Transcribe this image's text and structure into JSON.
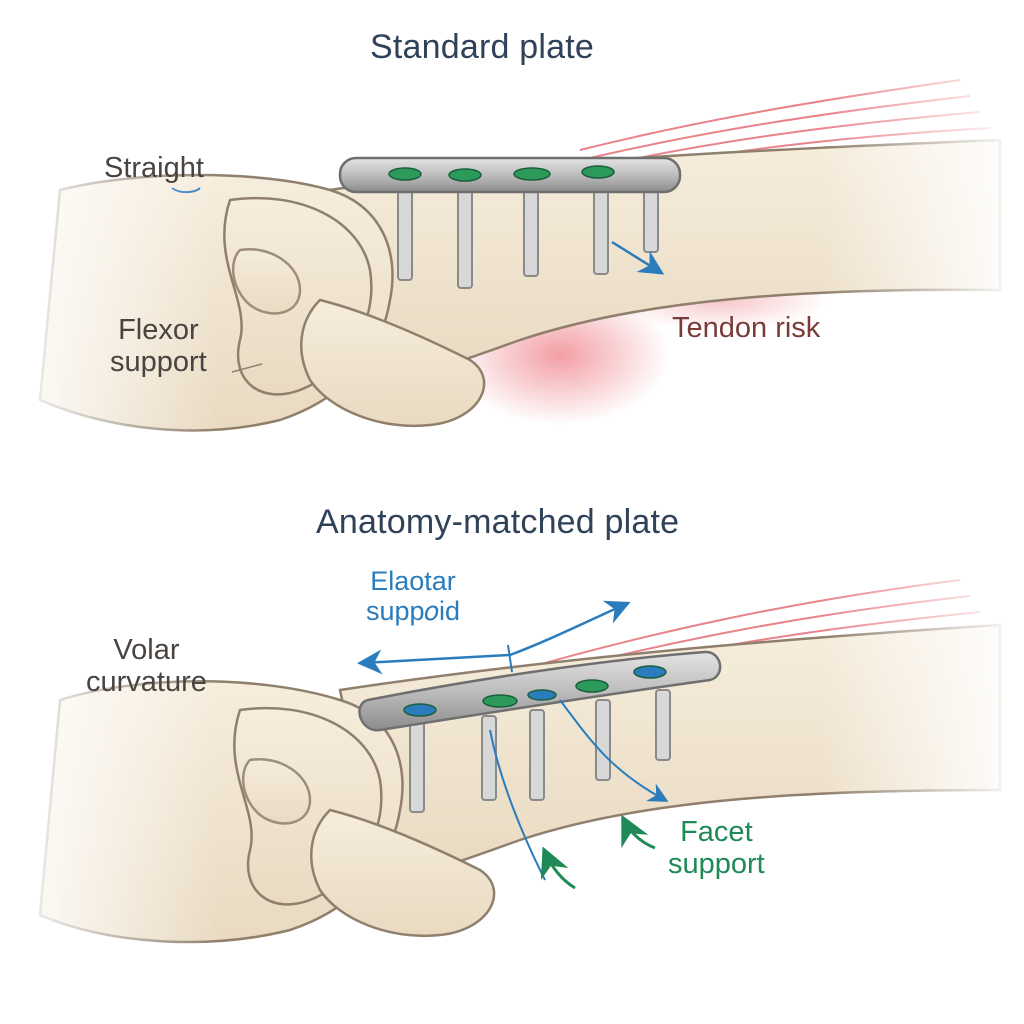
{
  "panels": [
    {
      "title": "Standard plate",
      "labels": {
        "straight": "Straight",
        "flexor_support": [
          "Flexor",
          "support"
        ],
        "tendon_risk": "Tendon risk"
      }
    },
    {
      "title": "Anatomy-matched plate",
      "labels": {
        "top_callout": [
          "Elaotar",
          "supp𝑜id"
        ],
        "volar_curvature": [
          "Volar",
          "curvature"
        ],
        "facet_support": [
          "Facet",
          "support"
        ]
      }
    }
  ],
  "colors": {
    "bone": "#f1e6d2",
    "bone_outline": "#8f7f6c",
    "plate": "#c9c9c9",
    "screw_hole": "#2c9a5a",
    "tendon": "#e0505a",
    "arrow_blue": "#2a7cbc",
    "arrow_green": "#1f8a55"
  }
}
